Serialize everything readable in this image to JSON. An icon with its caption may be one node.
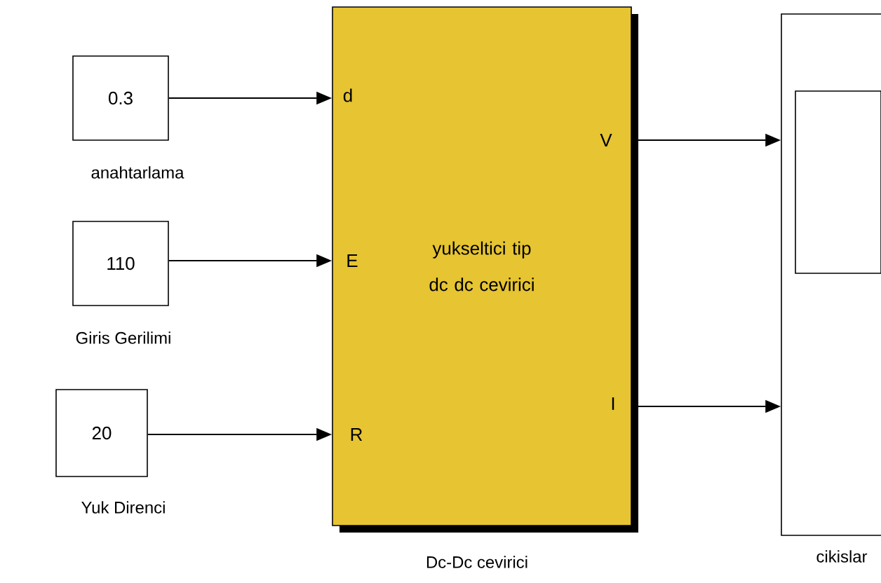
{
  "diagram": {
    "nodes": [
      {
        "text": [
          "0.3"
        ],
        "beside": [
          "anahtarlama"
        ]
      },
      {
        "text": [
          "110"
        ],
        "beside": [
          "Giris Gerilimi"
        ]
      },
      {
        "text": [
          "20"
        ],
        "beside": [
          "Yuk Direnci"
        ]
      },
      {
        "text": [
          "yukseltici tip dc dc cevirici"
        ],
        "beside": [
          "Dc-Dc cevirici"
        ]
      },
      {
        "text": [],
        "shape": "box",
        "beside": [
          "cikislar"
        ]
      }
    ],
    "edges": [
      {
        "from": 0,
        "to": 3,
        "arrow": "to"
      },
      {
        "from": 1,
        "to": 3,
        "arrow": "to"
      },
      {
        "from": 2,
        "to": 3,
        "arrow": "to"
      },
      {
        "from": 3,
        "to": 4,
        "arrow": "to"
      },
      {
        "from": 3,
        "to": 4,
        "arrow": "to"
      }
    ],
    "labels": [
      "d",
      "V",
      "E",
      "I",
      "R"
    ]
  }
}
